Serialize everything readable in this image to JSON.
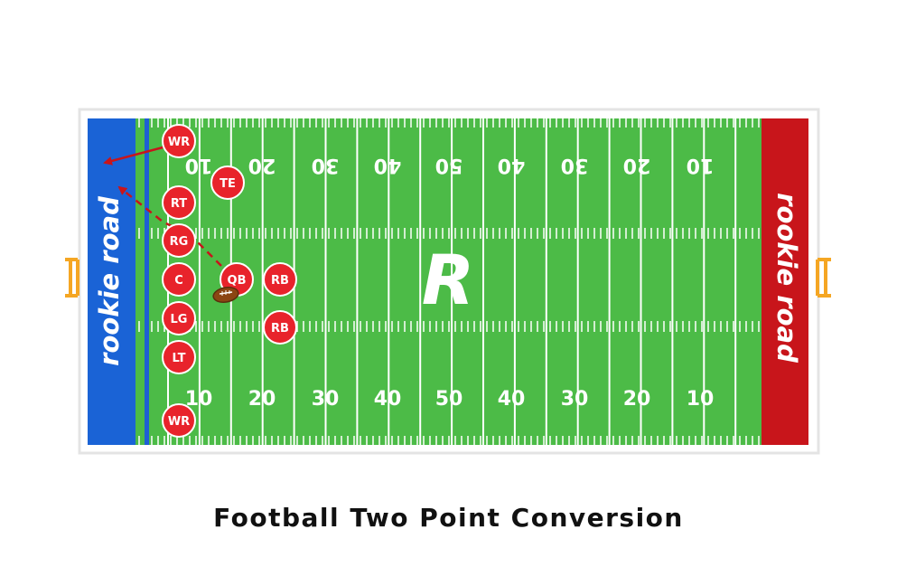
{
  "diagram": {
    "caption": "Football Two Point Conversion",
    "brand_text": "rookie road",
    "brand_text_right": "rookie road",
    "center_logo": "R",
    "colors": {
      "field": "#4cbb47",
      "left_endzone": "#1a63d6",
      "right_endzone": "#c8151b",
      "player": "#e8232b",
      "arrow": "#c8151b",
      "goalpost": "#f5a623",
      "goal_line": "#1f5fd4"
    },
    "yard_numbers_top": [
      "10",
      "20",
      "30",
      "40",
      "50",
      "40",
      "30",
      "20",
      "10"
    ],
    "yard_numbers_bottom": [
      "10",
      "20",
      "30",
      "40",
      "50",
      "40",
      "30",
      "20",
      "10"
    ],
    "players": [
      {
        "id": "wr-top",
        "label": "WR"
      },
      {
        "id": "te",
        "label": "TE"
      },
      {
        "id": "rt",
        "label": "RT"
      },
      {
        "id": "rg",
        "label": "RG"
      },
      {
        "id": "c",
        "label": "C"
      },
      {
        "id": "qb",
        "label": "QB"
      },
      {
        "id": "rb-top",
        "label": "RB"
      },
      {
        "id": "lg",
        "label": "LG"
      },
      {
        "id": "rb-bottom",
        "label": "RB"
      },
      {
        "id": "lt",
        "label": "LT"
      },
      {
        "id": "wr-bottom",
        "label": "WR"
      }
    ],
    "football_icon": "football-icon"
  }
}
